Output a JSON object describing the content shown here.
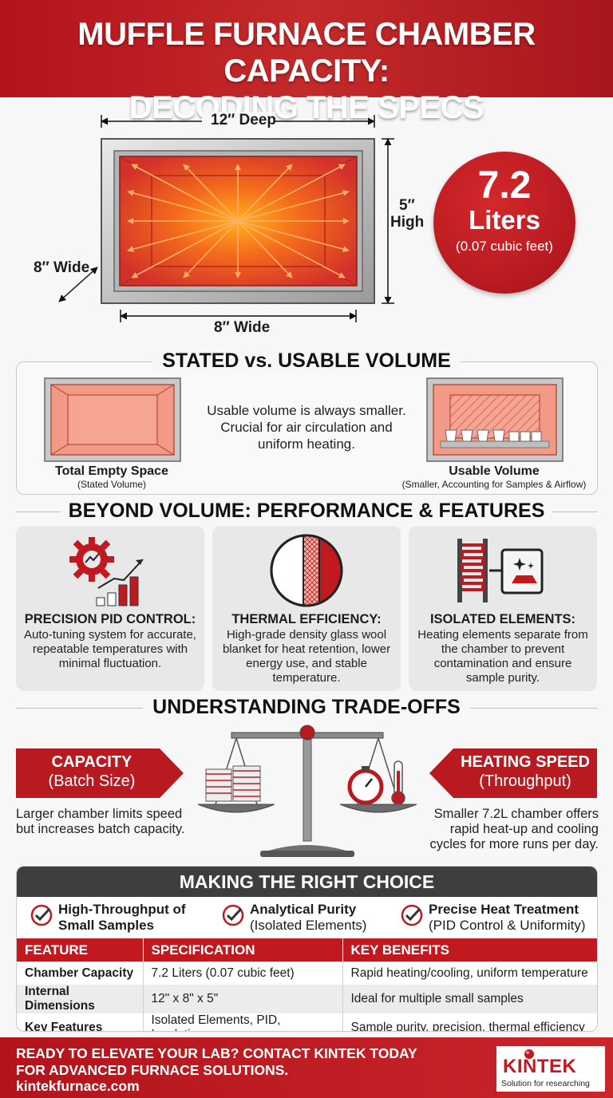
{
  "header": {
    "line1": "MUFFLE FURNACE CHAMBER CAPACITY:",
    "line2": "DECODING THE SPECS"
  },
  "hero": {
    "depth_label": "12″ Deep",
    "height_label_1": "5″",
    "height_label_2": "High",
    "width_label_left": "8″ Wide",
    "width_label_bottom": "8″ Wide",
    "badge": {
      "value": "7.2",
      "unit": "Liters",
      "sub": "(0.07 cubic feet)"
    }
  },
  "stated": {
    "title": "STATED vs. USABLE VOLUME",
    "left_title": "Total Empty Space",
    "left_sub": "(Stated Volume)",
    "middle": "Usable volume is always smaller. Crucial for air circulation and uniform heating.",
    "right_title": "Usable Volume",
    "right_sub": "(Smaller, Accounting for Samples & Airflow)"
  },
  "features": {
    "title": "BEYOND VOLUME: PERFORMANCE & FEATURES",
    "cards": [
      {
        "icon": "gear-chart-icon",
        "title": "PRECISION PID CONTROL:",
        "desc": "Auto-tuning system for accurate, repeatable temperatures with minimal fluctuation."
      },
      {
        "icon": "insulation-icon",
        "title": "THERMAL EFFICIENCY:",
        "desc": "High-grade density glass wool blanket for heat retention, lower energy use, and stable temperature."
      },
      {
        "icon": "heating-element-icon",
        "title": "ISOLATED ELEMENTS:",
        "desc": "Heating elements separate from the chamber to prevent contamination and ensure sample purity."
      }
    ]
  },
  "tradeoffs": {
    "title": "UNDERSTANDING TRADE-OFFS",
    "left_title": "CAPACITY",
    "left_sub": "(Batch Size)",
    "left_desc": "Larger chamber limits speed but increases batch capacity.",
    "right_title": "HEATING SPEED",
    "right_sub": "(Throughput)",
    "right_desc": "Smaller 7.2L chamber offers rapid heat-up and cooling cycles for more runs per day."
  },
  "choice": {
    "title": "MAKING THE RIGHT CHOICE",
    "checks": [
      {
        "bold1": "High-Throughput of",
        "bold2": "Small Samples",
        "sub": ""
      },
      {
        "bold1": "Analytical Purity",
        "bold2": "",
        "sub": "(Isolated Elements)"
      },
      {
        "bold1": "Precise Heat Treatment",
        "bold2": "",
        "sub": "(PID Control & Uniformity)"
      }
    ],
    "table": {
      "headers": [
        "FEATURE",
        "SPECIFICATION",
        "KEY BENEFITS"
      ],
      "rows": [
        [
          "Chamber Capacity",
          "7.2 Liters (0.07 cubic feet)",
          "Rapid heating/cooling, uniform temperature"
        ],
        [
          "Internal Dimensions",
          "12\" x 8\" x 5\"",
          "Ideal for multiple small samples"
        ],
        [
          "Key Features",
          "Isolated Elements, PID, Insulation",
          "Sample purity, precision, thermal efficiency"
        ]
      ]
    }
  },
  "footer": {
    "cta_line1": "READY TO ELEVATE YOUR LAB? CONTACT KINTEK TODAY",
    "cta_line2": "FOR ADVANCED FURNACE SOLUTIONS.",
    "url": "kintekfurnace.com",
    "logo_name": "KINTEK",
    "logo_tag": "Solution for researching"
  },
  "colors": {
    "brand_red": "#c0191f",
    "dark_header": "#3e3e3e",
    "heat_orange": "#f57a1f"
  }
}
